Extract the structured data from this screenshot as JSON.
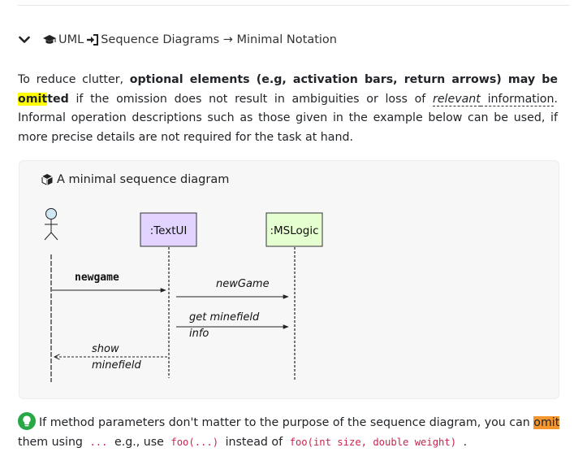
{
  "header": {
    "breadcrumb": [
      "UML",
      "Sequence Diagrams → Minimal Notation"
    ]
  },
  "intro": {
    "p1": "To reduce clutter, ",
    "bold_a": "optional elements (e.g, activation bars, return arrows) may be ",
    "bold_hl": "omit",
    "bold_b": "ted",
    "p2": " if the omission does not result in ambiguities or loss of ",
    "rel_italic": "relevant",
    "rel_rest": " information",
    "p3": ". Informal operation descriptions such as those given in the example below can be used, if more precise details are not required for the task at hand."
  },
  "example_box": {
    "title": "A minimal sequence diagram",
    "participants": [
      ":TextUI",
      ":MSLogic"
    ],
    "messages": [
      {
        "line1": "newgame",
        "line2": ""
      },
      {
        "line1": "newGame",
        "line2": ""
      },
      {
        "line1": "get minefield",
        "line2": "info"
      },
      {
        "line1": "show",
        "line2": "minefield"
      }
    ]
  },
  "tip": {
    "t1": "If method parameters don't matter to the purpose of the sequence diagram, you can ",
    "hl": "omit",
    "t2": " them using ",
    "code1": "...",
    "t3": " e.g., use ",
    "code2": "foo(...)",
    "t4": " instead of ",
    "code3": "foo(int size, double weight)",
    "t5": " ."
  },
  "colors": {
    "textui_fill": "#e2d4ff",
    "mslogic_fill": "#e6ffd1",
    "actor_head": "#cfe8f3",
    "highlight_yellow": "#ffff00",
    "highlight_orange": "#f4962e",
    "tip_icon": "#28a745"
  }
}
